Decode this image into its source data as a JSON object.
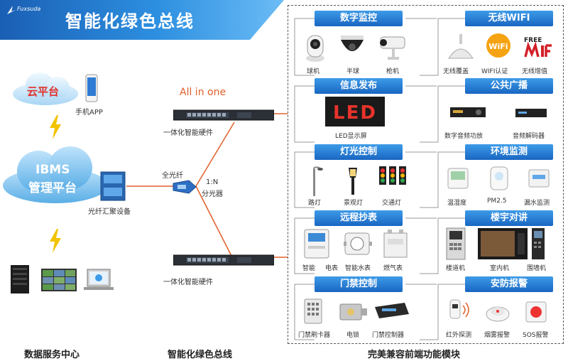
{
  "header": {
    "title": "智能化绿色总线",
    "logo_text": "Fuxsuda"
  },
  "left": {
    "cloud_platform": "云平台",
    "phone_app": "手机APP",
    "ibms_line1": "IBMS",
    "ibms_line2": "管理平台",
    "fiber_aggregator": "光纤汇聚设备",
    "bottom_label": "数据服务中心"
  },
  "middle": {
    "all_in_one": "All in one",
    "hardware_top": "一体化智能硬件",
    "full_fiber": "全光纤",
    "splitter_ratio": "1:N",
    "splitter_name": "分光器",
    "hardware_bottom": "一体化智能硬件",
    "bottom_label": "智能化绿色总线"
  },
  "right": {
    "bottom_label": "完美兼容前端功能模块",
    "modules": [
      {
        "title": "数字监控",
        "items": [
          "球机",
          "半球",
          "枪机"
        ]
      },
      {
        "title": "无线WIFI",
        "items": [
          "无线覆盖",
          "WIFI认证",
          "无线增值"
        ]
      },
      {
        "title": "信息发布",
        "items": [
          "LED显示屏"
        ],
        "led_text": "LED"
      },
      {
        "title": "公共广播",
        "items": [
          "数字音频功放",
          "音频解码器"
        ]
      },
      {
        "title": "灯光控制",
        "items": [
          "路灯",
          "景观灯",
          "交通灯"
        ]
      },
      {
        "title": "环境监测",
        "items": [
          "温湿度",
          "PM2.5",
          "漏水监测"
        ]
      },
      {
        "title": "远程抄表",
        "items": [
          "智能",
          "电表",
          "智能水表",
          "燃气表"
        ]
      },
      {
        "title": "楼宇对讲",
        "items": [
          "楼道机",
          "室内机",
          "围墙机"
        ]
      },
      {
        "title": "门禁控制",
        "items": [
          "门禁刷卡器",
          "电锁",
          "门禁控制器"
        ]
      },
      {
        "title": "安防报警",
        "items": [
          "红外探测",
          "烟雾报警",
          "SOS报警"
        ]
      }
    ],
    "wifi_badge": "WiFi",
    "free_badge": "FREE"
  },
  "colors": {
    "accent": "#1a6fd0",
    "fiber_line": "#e0602a",
    "cloud_label": "#e1302a",
    "lightning": "#f2c300"
  }
}
